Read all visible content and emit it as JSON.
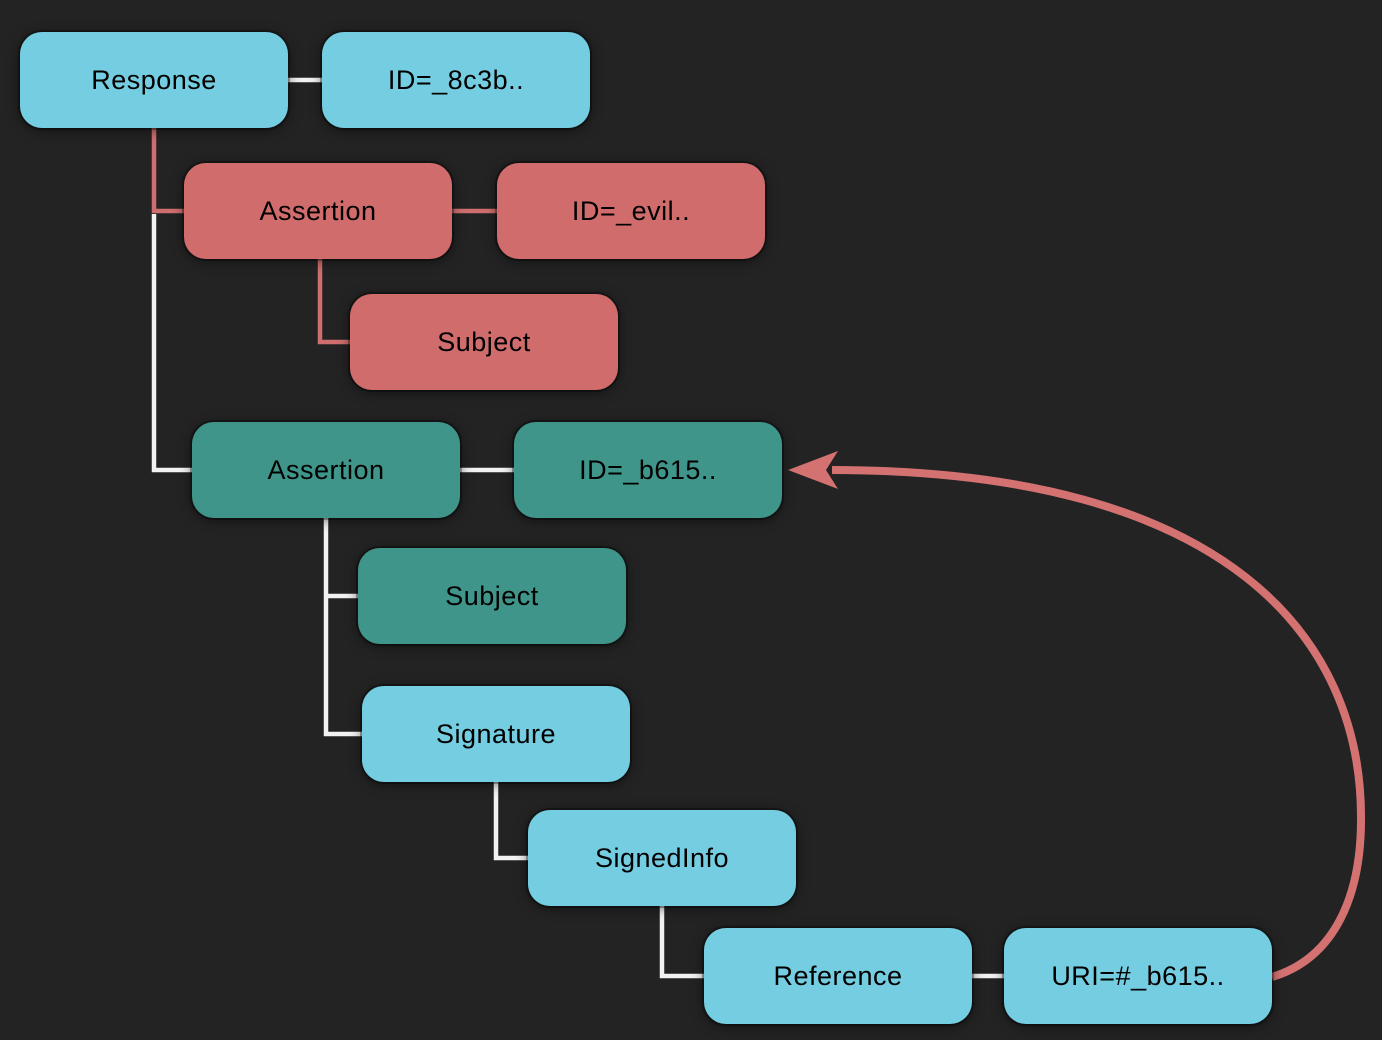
{
  "diagram": {
    "description": "XML tree diagram of a SAML Response showing a signature wrapping attack: an injected evil Assertion and the original signed Assertion whose Signature Reference URI points back to the original Assertion ID.",
    "nodes": [
      {
        "id": "response",
        "label": "Response",
        "color": "blue"
      },
      {
        "id": "response-id",
        "label": "ID=_8c3b..",
        "color": "blue"
      },
      {
        "id": "assertion-evil",
        "label": "Assertion",
        "color": "red"
      },
      {
        "id": "assertion-evil-id",
        "label": "ID=_evil..",
        "color": "red"
      },
      {
        "id": "subject-evil",
        "label": "Subject",
        "color": "red"
      },
      {
        "id": "assertion-legit",
        "label": "Assertion",
        "color": "teal"
      },
      {
        "id": "assertion-legit-id",
        "label": "ID=_b615..",
        "color": "teal"
      },
      {
        "id": "subject-legit",
        "label": "Subject",
        "color": "teal"
      },
      {
        "id": "signature",
        "label": "Signature",
        "color": "blue"
      },
      {
        "id": "signedinfo",
        "label": "SignedInfo",
        "color": "blue"
      },
      {
        "id": "reference",
        "label": "Reference",
        "color": "blue"
      },
      {
        "id": "reference-uri",
        "label": "URI=#_b615..",
        "color": "blue"
      }
    ],
    "colors": {
      "background": "#232323",
      "node_blue": "#74cde0",
      "node_red": "#d06c6c",
      "node_teal": "#3f9589",
      "edge_light": "#f2f2f2",
      "edge_red": "#cf6e6e",
      "curve_arrow_red": "#d47272",
      "text": "#000000"
    }
  }
}
